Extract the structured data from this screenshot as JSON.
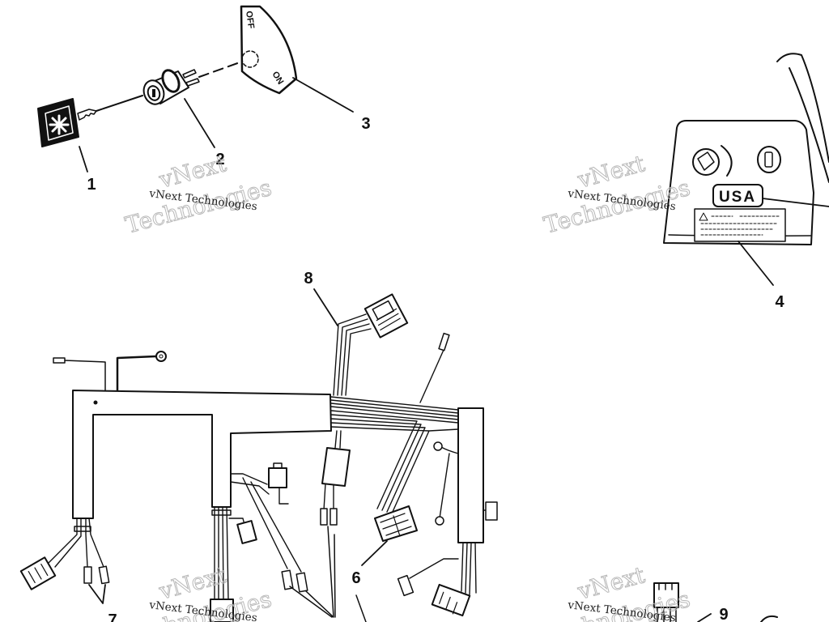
{
  "callouts": {
    "key": "1",
    "ignition_switch": "2",
    "switch_plate": "3",
    "panel": "4",
    "harness_connector": "6",
    "harness_branch": "7",
    "harness_top_connector": "8",
    "lower_connector": "9"
  },
  "switch_plate": {
    "off": "OFF",
    "on": "ON"
  },
  "panel": {
    "badge": "USA"
  },
  "watermark": {
    "brand": "vNext",
    "brand_line2": "Technologies",
    "caption": "vNext Technologies"
  }
}
